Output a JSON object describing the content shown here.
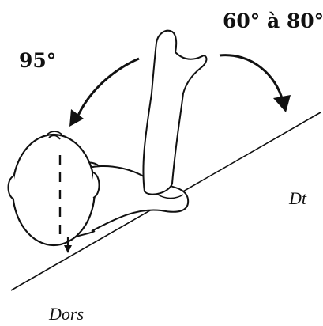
{
  "labels": {
    "angle_left": "95°",
    "angle_right": "60° à 80°",
    "side_right": "Dt",
    "side_bottom": "Dors"
  },
  "colors": {
    "ink": "#111111",
    "background": "#ffffff"
  }
}
